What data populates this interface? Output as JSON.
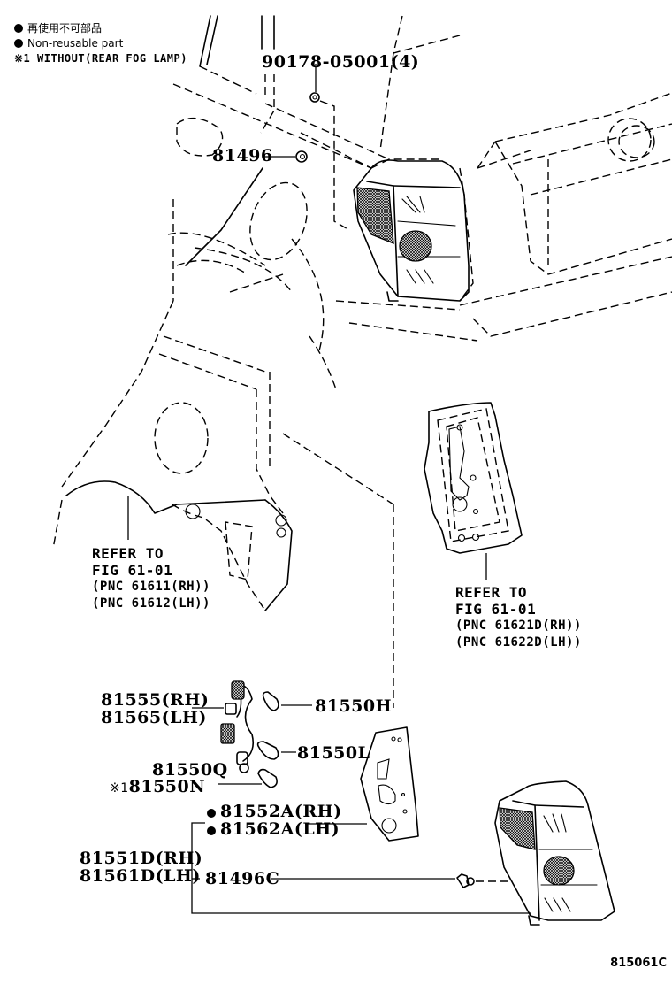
{
  "legend": {
    "jp_non_reusable": "再使用不可部品",
    "non_reusable": "Non-reusable part",
    "note_mark": "※1",
    "note_text": "WITHOUT(REAR FOG LAMP)"
  },
  "parts": {
    "p90178": "90178-05001(4)",
    "p81496": "81496",
    "p81555": "81555(RH)",
    "p81565": "81565(LH)",
    "p81550H": "81550H",
    "p81550L": "81550L",
    "p81550Q": "81550Q",
    "p81550N_mark": "※1",
    "p81550N": "81550N",
    "p81552A": "81552A(RH)",
    "p81562A": "81562A(LH)",
    "p81551D": "81551D(RH)",
    "p81561D": "81561D(LH)",
    "p81496C": "81496C"
  },
  "refs": {
    "left": {
      "line1": "REFER TO",
      "line2": "FIG 61-01",
      "pnc1": "(PNC 61611(RH))",
      "pnc2": "(PNC 61612(LH))"
    },
    "right": {
      "line1": "REFER TO",
      "line2": "FIG 61-01",
      "pnc1": "(PNC 61621D(RH))",
      "pnc2": "(PNC 61622D(LH))"
    }
  },
  "figure_number": "815061C"
}
